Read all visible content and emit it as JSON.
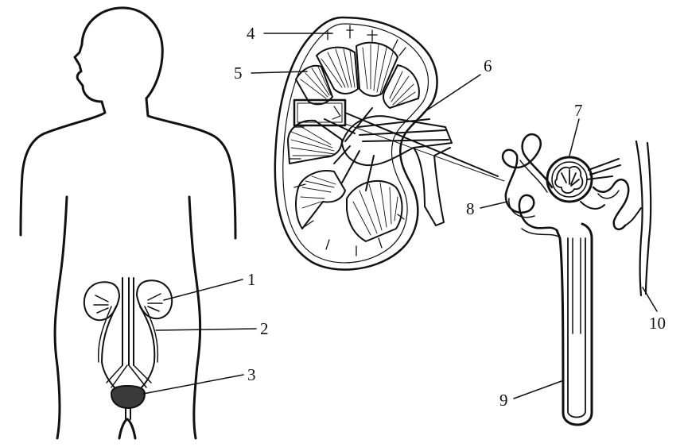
{
  "diagram": {
    "labels": [
      {
        "id": "1",
        "text": "1"
      },
      {
        "id": "2",
        "text": "2"
      },
      {
        "id": "3",
        "text": "3"
      },
      {
        "id": "4",
        "text": "4"
      },
      {
        "id": "5",
        "text": "5"
      },
      {
        "id": "6",
        "text": "6"
      },
      {
        "id": "7",
        "text": "7"
      },
      {
        "id": "8",
        "text": "8"
      },
      {
        "id": "9",
        "text": "9"
      },
      {
        "id": "10",
        "text": "10"
      }
    ]
  },
  "colors": {
    "ink": "#111111",
    "bladder_fill": "#3a3a3a",
    "background": "#ffffff"
  }
}
